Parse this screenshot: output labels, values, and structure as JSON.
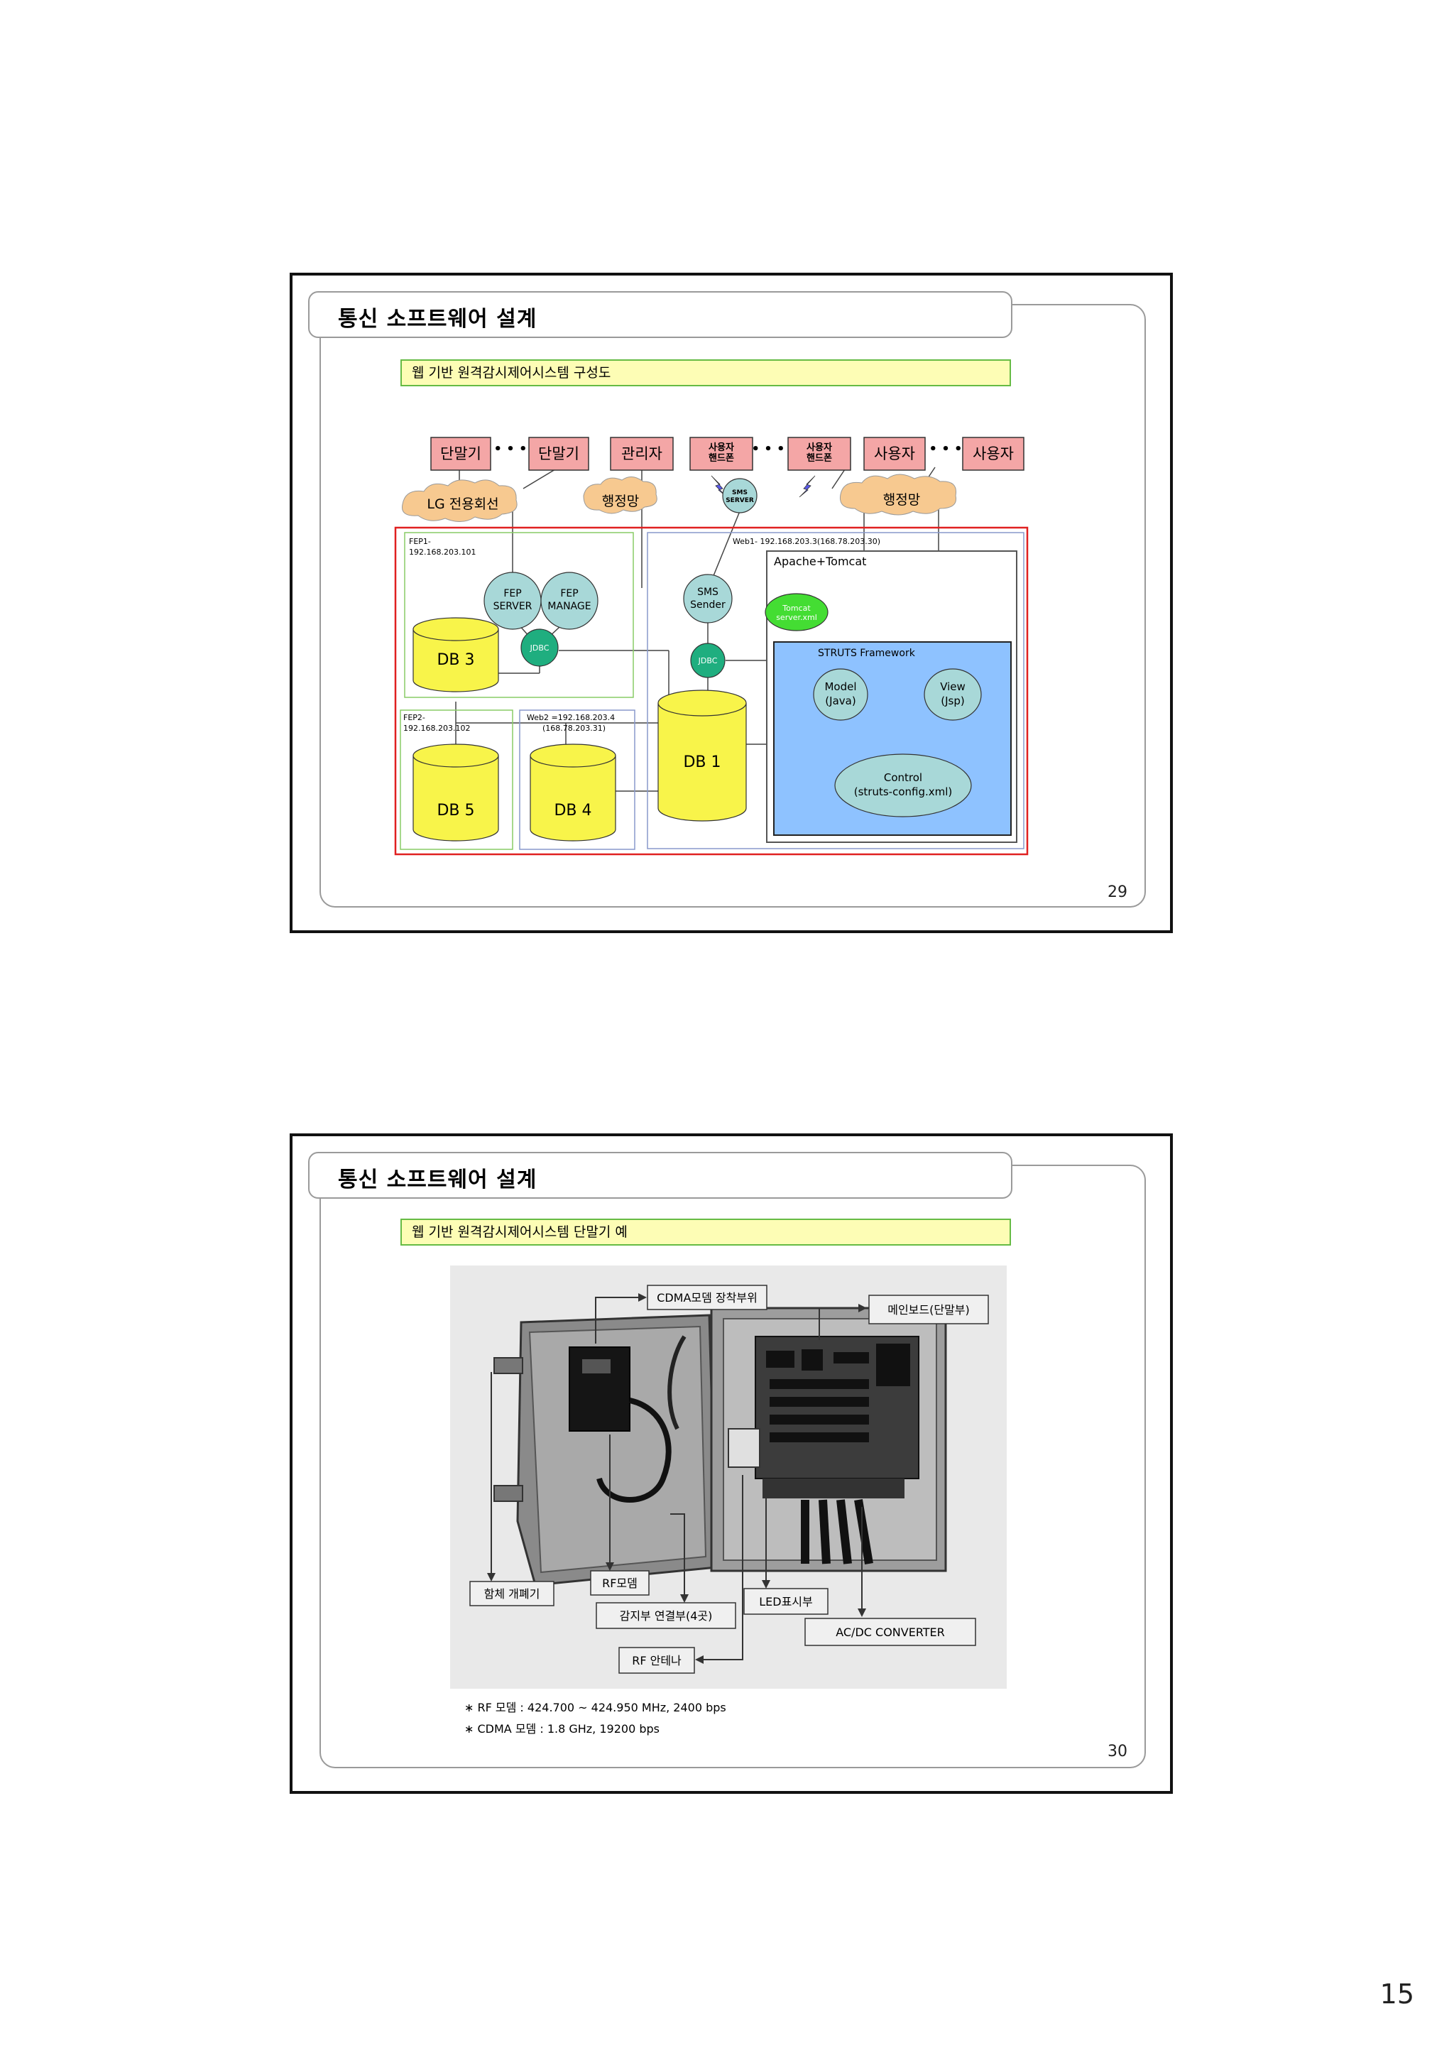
{
  "slides": [
    {
      "title": "통신 소프트웨어 설계",
      "caption": "웹 기반 원격감시제어시스템 구성도",
      "page": "29",
      "diagram": {
        "top_nodes": [
          "단말기",
          "단말기",
          "관리자",
          "사용자\n핸드폰",
          "사용자\n핸드폰",
          "사용자",
          "사용자"
        ],
        "ellipsis": "• • •",
        "clouds": [
          "LG 전용회선",
          "행정망",
          "행정망"
        ],
        "sms_server": "SMS\nSERVER",
        "fep1_label": "FEP1-\n192.168.203.101",
        "fep_server": "FEP\nSERVER",
        "fep_manage": "FEP\nMANAGE",
        "jdbc": "JDBC",
        "db3": "DB 3",
        "web1_label": "Web1- 192.168.203.3(168.78.203.30)",
        "apache": "Apache+Tomcat",
        "sms_sender": "SMS\nSender",
        "tomcat": "Tomcat\nserver.xml",
        "struts": "STRUTS Framework",
        "model": "Model\n(Java)",
        "view": "View\n(Jsp)",
        "control": "Control\n(struts-config.xml)",
        "db1": "DB 1",
        "fep2_label": "FEP2-\n192.168.203.102",
        "db5": "DB 5",
        "web2_label": "Web2 =192.168.203.4\n(168.78.203.31)",
        "db4": "DB 4"
      }
    },
    {
      "title": "통신 소프트웨어 설계",
      "caption": "웹 기반 원격감시제어시스템 단말기 예",
      "page": "30",
      "photo_labels": {
        "cdma_mount": "CDMA모뎀 장착부위",
        "mainboard": "메인보드(단말부)",
        "enclosure": "함체 개폐기",
        "rf_modem": "RF모뎀",
        "sensor_conn": "감지부 연결부(4곳)",
        "led": "LED표시부",
        "acdc": "AC/DC CONVERTER",
        "rf_antenna": "RF 안테나"
      },
      "notes": [
        "∗ RF 모뎀 : 424.700 ~ 424.950 MHz, 2400 bps",
        "∗ CDMA 모뎀 : 1.8 GHz, 19200 bps"
      ]
    }
  ],
  "sheet_page_number": "15",
  "colors": {
    "node_fill": "#f4a6a6",
    "cloud_fill": "#f7c990",
    "circle_fill": "#a8d8d8",
    "jdbc_fill": "#1fae7f",
    "db_fill": "#f8f44a",
    "tomcat_fill": "#44dd33",
    "struts_fill": "#8ec2ff",
    "outer_border": "#e02020",
    "green_box": "#88cc66",
    "blue_box": "#8899cc"
  }
}
